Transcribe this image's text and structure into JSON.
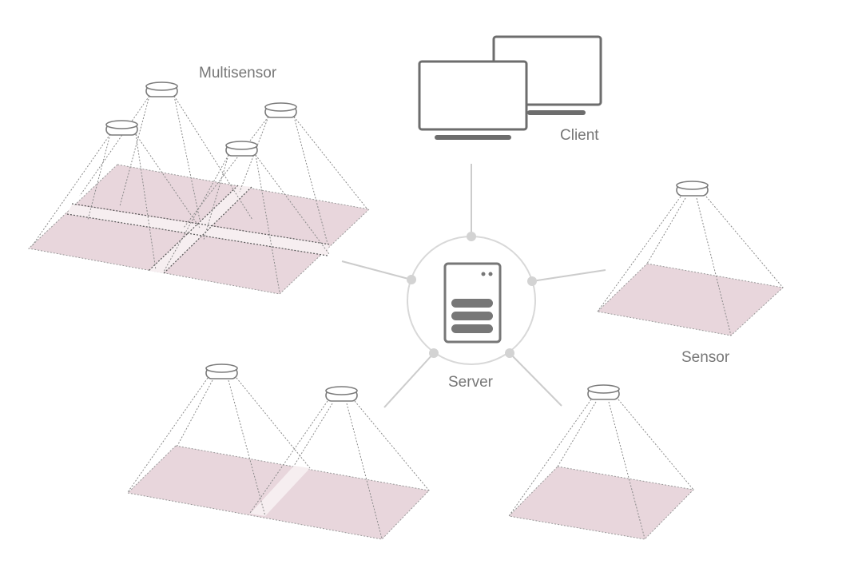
{
  "labels": {
    "multisensor": "Multisensor",
    "client": "Client",
    "sensor": "Sensor",
    "server": "Server"
  },
  "colors": {
    "floor": "#e8d6dc",
    "stroke": "#7a7a7a",
    "connector": "#cccccc",
    "label": "#777777"
  },
  "icons": [
    "sensor-icon",
    "monitor-icon",
    "server-icon"
  ]
}
